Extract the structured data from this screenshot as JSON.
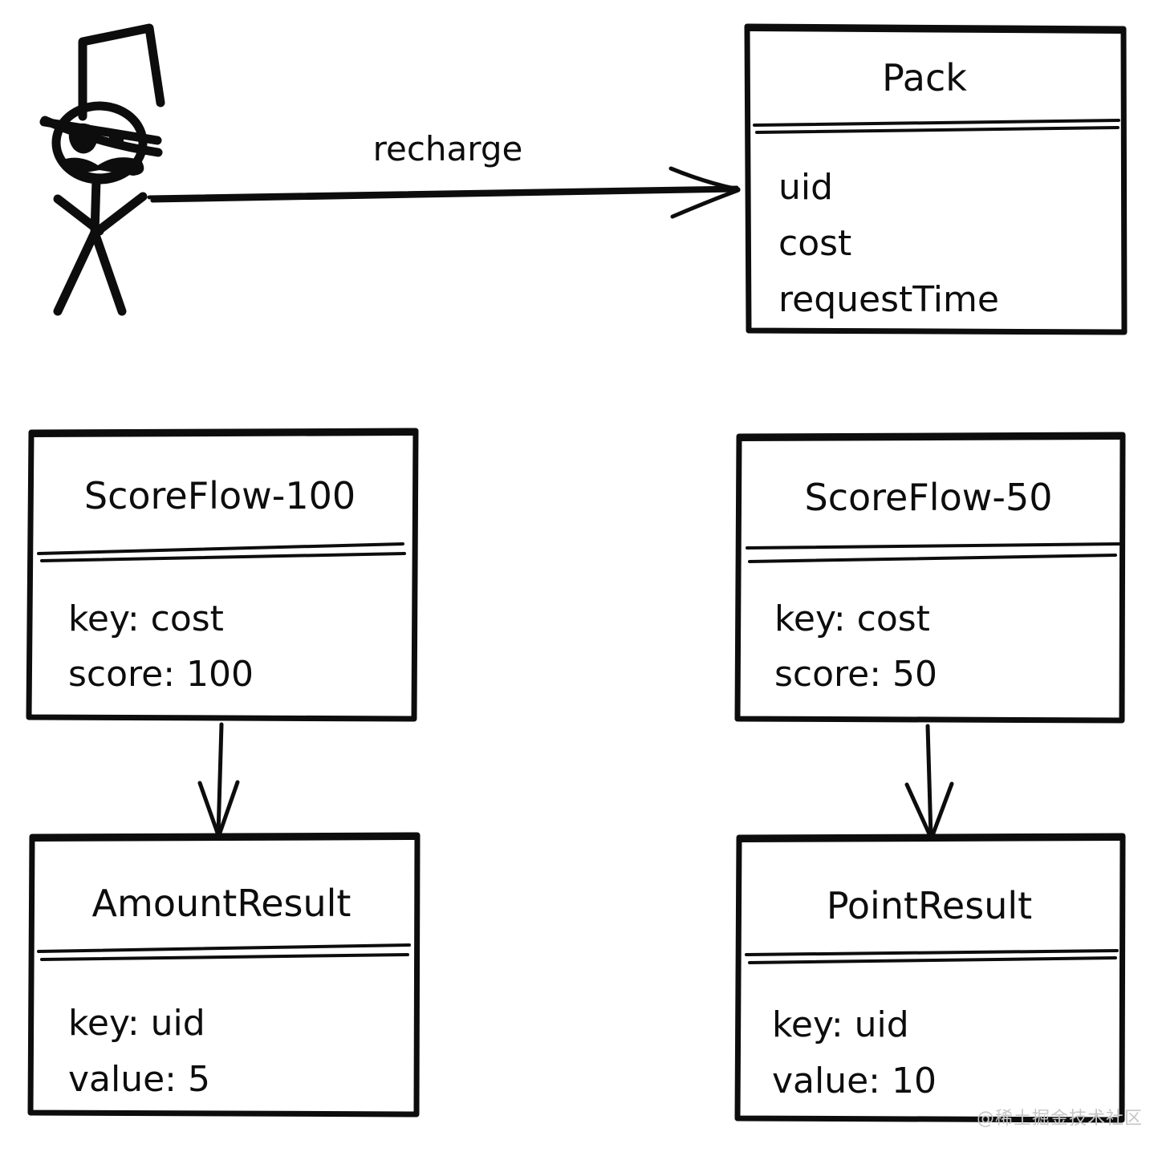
{
  "diagram": {
    "type": "hand-drawn-uml-class-diagram",
    "background_color": "#ffffff",
    "ink_color": "#0d0d0d",
    "actor": {
      "name": "stick-figure-actor",
      "description": "stick figure with top hat, monocle and mustache"
    },
    "edges": [
      {
        "id": "recharge",
        "label": "recharge",
        "from": "stick-figure-actor",
        "to": "Pack",
        "style": "solid-arrow"
      },
      {
        "id": "scoreflow100-to-amountresult",
        "label": "",
        "from": "ScoreFlow-100",
        "to": "AmountResult",
        "style": "solid-arrow"
      },
      {
        "id": "scoreflow50-to-pointresult",
        "label": "",
        "from": "ScoreFlow-50",
        "to": "PointResult",
        "style": "solid-arrow"
      }
    ],
    "classes": [
      {
        "id": "pack",
        "title": "Pack",
        "fields": [
          "uid",
          "cost",
          "requestTime"
        ]
      },
      {
        "id": "scoreflow100",
        "title": "ScoreFlow-100",
        "fields": [
          "key: cost",
          "score: 100"
        ]
      },
      {
        "id": "scoreflow50",
        "title": "ScoreFlow-50",
        "fields": [
          "key: cost",
          "score: 50"
        ]
      },
      {
        "id": "amountresult",
        "title": "AmountResult",
        "fields": [
          "key: uid",
          "value: 5"
        ]
      },
      {
        "id": "pointresult",
        "title": "PointResult",
        "fields": [
          "key: uid",
          "value: 10"
        ]
      }
    ]
  },
  "watermark": {
    "text": "@稀土掘金技术社区",
    "color": "#c6c6c6"
  }
}
